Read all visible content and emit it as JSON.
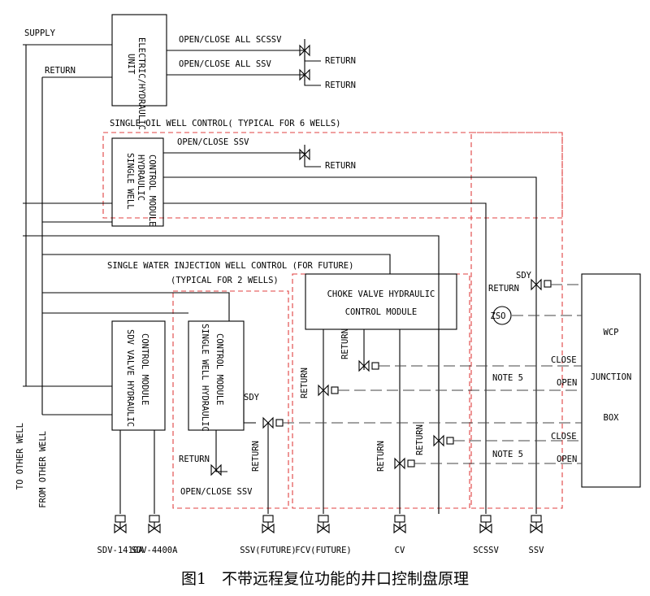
{
  "d": {
    "p": "SUPPLY",
    "r": "RETURN",
    "e": [
      "ELECTRIC/HYDRAULIC",
      "UNIT"
    ],
    "a": "OPEN/CLOSE ALL SCSSV",
    "b": "OPEN/CLOSE ALL SSV",
    "s1": "SINGLE OIL WELL CONTROL( TYPICAL FOR 6 WELLS)",
    "sv": "OPEN/CLOSE SSV",
    "h": [
      "SINGLE WELL",
      "HYDRAULIC",
      "CONTROL MODULE"
    ],
    "wi": [
      "SINGLE WATER INJECTION WELL CONTROL (FOR FUTURE)",
      "(TYPICAL FOR 2 WELLS)"
    ],
    "ck": [
      "CHOKE VALVE HYDRAULIC",
      "CONTROL MODULE"
    ],
    "sd": [
      "SDV VALVE HYDRAULIC",
      "CONTROL MODULE"
    ],
    "sw": [
      "SINGLE WELL HYDRAULIC",
      "CONTROL MODULE"
    ],
    "sdy": "SDY",
    "cl": "CLOSE",
    "op": "OPEN",
    "n5": "NOTE 5",
    "jb": [
      "WCP",
      "JUNCTION",
      "BOX"
    ],
    "zso": "ZSO",
    "ow": [
      "TO OTHER WELL",
      "FROM OTHER WELL"
    ],
    "v": [
      "SDV-1410A",
      "SDV-4400A",
      "SSV(FUTURE)",
      "FCV(FUTURE)",
      "CV",
      "SCSSV",
      "SSV"
    ],
    "cap": "图1　不带远程复位功能的井口控制盘原理"
  }
}
